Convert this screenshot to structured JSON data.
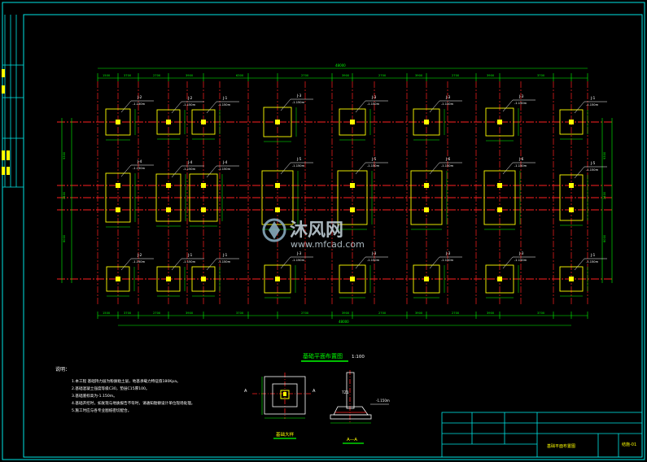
{
  "colors": {
    "background": "#000000",
    "frame": "#00e5e5",
    "dimension": "#00ff00",
    "axis_red": "#ff2020",
    "footing": "#ffff00",
    "column": "#ffff00",
    "note_text": "#ffffff",
    "title_green": "#00ff00"
  },
  "overall_dimension": "48000",
  "top_dims": [
    "1500",
    "3700",
    "2700",
    "3900",
    "6300",
    "2700",
    "3900",
    "2700",
    "3900",
    "2700",
    "3900",
    "3700"
  ],
  "bottom_dims": [
    "1500",
    "3700",
    "2700",
    "3900",
    "3700",
    "2700",
    "3900",
    "2700",
    "3900",
    "2700",
    "3900",
    "3700"
  ],
  "left_dims": [
    "9300",
    "2400",
    "6000"
  ],
  "right_dims": [
    "9300",
    "2400",
    "6000"
  ],
  "footing_labels": {
    "row1": [
      "J-2",
      "J-2",
      "J-1",
      "J-3",
      "J-3",
      "J-3",
      "J-3",
      "J-1"
    ],
    "row2": [
      "J-4",
      "J-4",
      "J-4",
      "J-5",
      "J-5",
      "J-6",
      "J-6",
      "J-5"
    ],
    "row3": [
      "J-2",
      "J-1",
      "J-1",
      "J-3",
      "J-3",
      "J-3",
      "J-3",
      "J-1"
    ]
  },
  "elevation": "-1.150m",
  "notes": {
    "heading": "说明：",
    "lines": [
      "1.本工程 基础持力层为粉质粘土层，地基承载力特征值180Kpa。",
      "2.基础混凝土强度等级C30，垫层C15厚100。",
      "3.基础底标高为-1.150m。",
      "4.基础开挖时，如发现与地质报告不符时，请通知勘察设计单位现场处理。",
      "5.施工时应与各专业图纸密切配合。"
    ]
  },
  "plan_title": "基础平面布置图",
  "plan_scale": "1:100",
  "detail_label": "A",
  "detail_title": "基础大样",
  "section_title": "A—A",
  "section_tz": "TZ1",
  "title_block": {
    "drawing_name": "基础平面布置图",
    "drawing_number": "结施-01"
  }
}
